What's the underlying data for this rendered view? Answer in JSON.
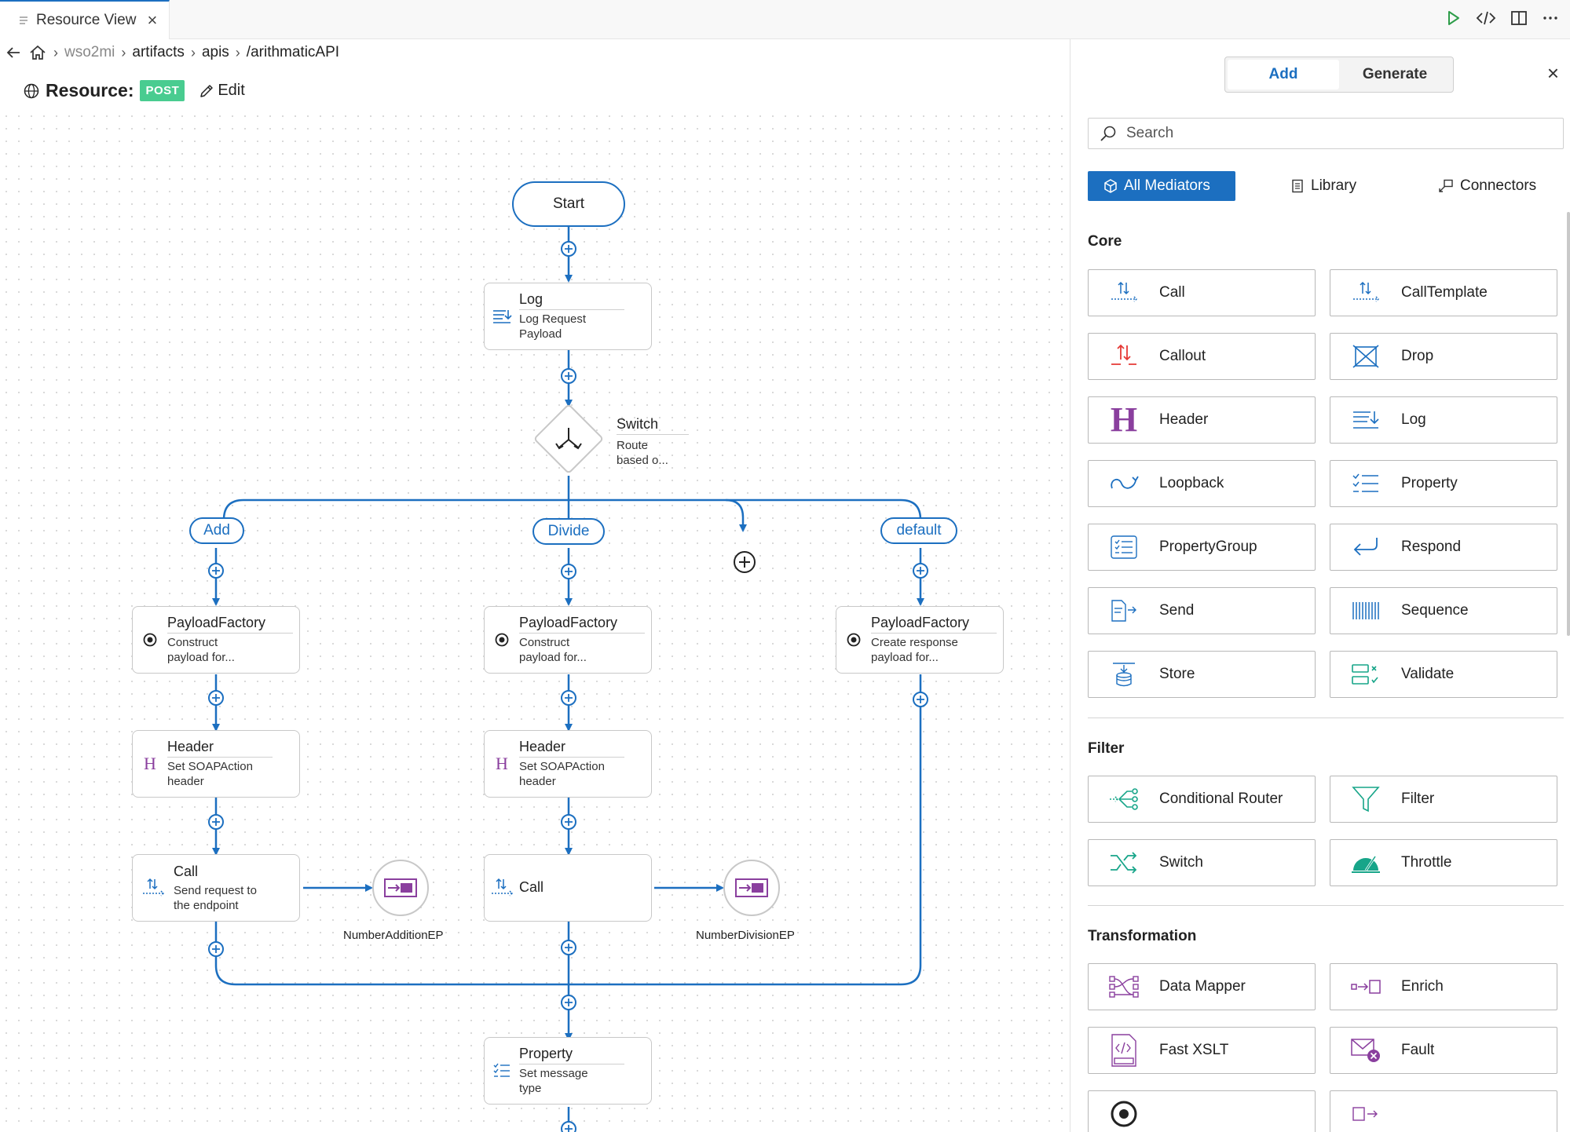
{
  "tab": {
    "label": "Resource View"
  },
  "breadcrumb": {
    "items": [
      "wso2mi",
      "artifacts",
      "apis",
      "/arithmaticAPI"
    ]
  },
  "resource": {
    "title": "Resource:",
    "method": "POST",
    "edit_label": "Edit"
  },
  "flow": {
    "start": "Start",
    "log": {
      "title": "Log",
      "desc_1": "Log Request",
      "desc_2": "Payload"
    },
    "switch": {
      "title": "Switch",
      "desc_1": "Route",
      "desc_2": "based o..."
    },
    "cases": [
      "Add",
      "Divide",
      "default"
    ],
    "pf_add": {
      "title": "PayloadFactory",
      "desc_1": "Construct",
      "desc_2": "payload for..."
    },
    "pf_div": {
      "title": "PayloadFactory",
      "desc_1": "Construct",
      "desc_2": "payload for..."
    },
    "pf_def": {
      "title": "PayloadFactory",
      "desc_1": "Create response",
      "desc_2": "payload for..."
    },
    "hdr_add": {
      "title": "Header",
      "desc_1": "Set SOAPAction",
      "desc_2": "header"
    },
    "hdr_div": {
      "title": "Header",
      "desc_1": "Set SOAPAction",
      "desc_2": "header"
    },
    "call_add": {
      "title": "Call",
      "desc_1": "Send request to",
      "desc_2": "the endpoint"
    },
    "call_div": {
      "title": "Call"
    },
    "ep_add": "NumberAdditionEP",
    "ep_div": "NumberDivisionEP",
    "property": {
      "title": "Property",
      "desc_1": "Set message",
      "desc_2": "type"
    }
  },
  "palette": {
    "tabs_top": {
      "add": "Add",
      "generate": "Generate"
    },
    "search_placeholder": "Search",
    "categories": {
      "all": "All Mediators",
      "library": "Library",
      "connectors": "Connectors"
    },
    "sections": {
      "core": "Core",
      "filter": "Filter",
      "transformation": "Transformation"
    },
    "core": [
      "Call",
      "CallTemplate",
      "Callout",
      "Drop",
      "Header",
      "Log",
      "Loopback",
      "Property",
      "PropertyGroup",
      "Respond",
      "Send",
      "Sequence",
      "Store",
      "Validate"
    ],
    "filter": [
      "Conditional Router",
      "Filter",
      "Switch",
      "Throttle"
    ],
    "transformation": [
      "Data Mapper",
      "Enrich",
      "Fast XSLT",
      "Fault"
    ]
  },
  "colors": {
    "accent": "#1c6fc0",
    "post": "#49cc90",
    "header_icon": "#8a3f9e",
    "teal_icon": "#17a589",
    "red_icon": "#e53935"
  }
}
